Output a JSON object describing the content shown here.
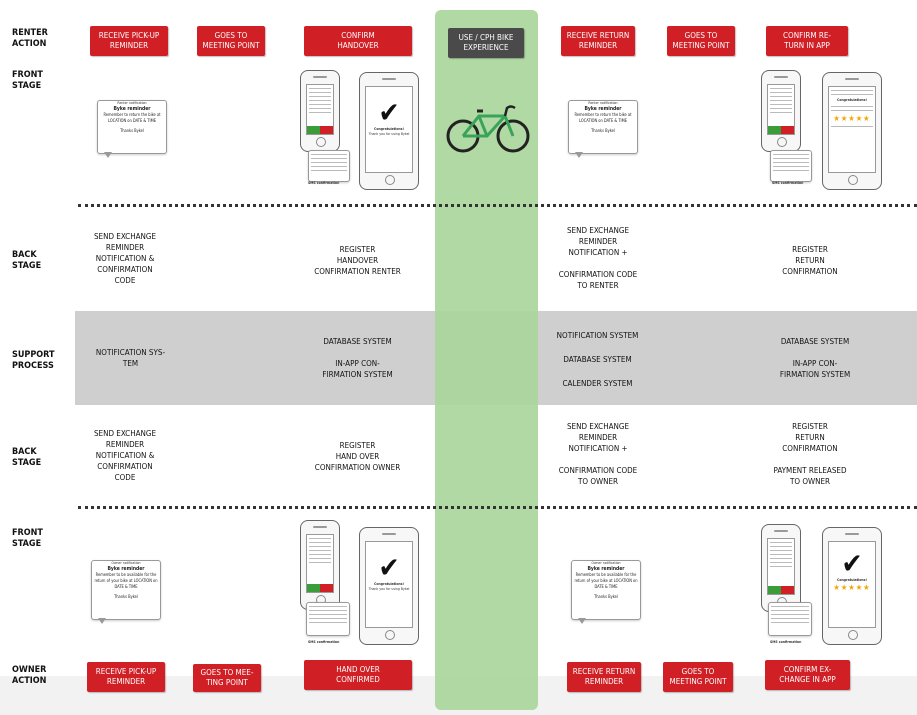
{
  "row_labels": {
    "renter_action": "RENTER\nACTION",
    "front_stage_top": "FRONT\nSTAGE",
    "back_stage_top": "BACK\nSTAGE",
    "support_process": "SUPPORT\nPROCESS",
    "back_stage_bottom": "BACK\nSTAGE",
    "front_stage_bottom": "FRONT\nSTAGE",
    "owner_action": "OWNER\nACTION"
  },
  "renter_actions": {
    "receive_pickup": "RECEIVE PICK-UP\nREMINDER",
    "goes_to_meeting": "GOES TO\nMEETING POINT",
    "confirm_handover": "CONFIRM\nHANDOVER",
    "use_experience": "USE / CPH BIKE\nEXPERIENCE",
    "receive_return": "RECEIVE RETURN\nREMINDER",
    "goes_to_meeting_2": "GOES TO\nMEETING POINT",
    "confirm_return": "CONFIRM RE-\nTURN IN APP"
  },
  "owner_actions": {
    "receive_pickup": "RECEIVE PICK-UP\nREMINDER",
    "goes_to_meeting": "GOES TO MEE-\nTING POINT",
    "hand_over": "HAND OVER\nCONFIRMED",
    "receive_return": "RECEIVE RETURN\nREMINDER",
    "goes_to_meeting_2": "GOES TO\nMEETING POINT",
    "confirm_exchange": "CONFIRM EX-\nCHANGE IN APP"
  },
  "back_stage_top": {
    "c1": "SEND EXCHANGE\nREMINDER\nNOTIFICATION &\nCONFIRMATION\nCODE",
    "c2": "REGISTER\nHANDOVER\nCONFIRMATION RENTER",
    "c3": "SEND EXCHANGE\nREMINDER\nNOTIFICATION +\n\nCONFIRMATION CODE\nTO RENTER",
    "c4": "REGISTER\nRETURN\nCONFIRMATION"
  },
  "support": {
    "c1": "NOTIFICATION SYS-\nTEM",
    "c2": "DATABASE SYSTEM\n\nIN-APP CON-\nFIRMATION SYSTEM",
    "c3a": "NOTIFICATION SYSTEM",
    "c3b": "DATABASE SYSTEM",
    "c3c": "CALENDER SYSTEM",
    "c4": "DATABASE SYSTEM\n\nIN-APP CON-\nFIRMATION SYSTEM"
  },
  "back_stage_bottom": {
    "c1": "SEND EXCHANGE\nREMINDER\nNOTIFICATION &\nCONFIRMATION\nCODE",
    "c2": "REGISTER\nHAND OVER\nCONFIRMATION OWNER",
    "c3": "SEND EXCHANGE\nREMINDER\nNOTIFICATION +\n\nCONFIRMATION CODE\nTO OWNER",
    "c4": "REGISTER\nRETURN\nCONFIRMATION\n\nPAYMENT RELEASED\nTO OWNER"
  },
  "cards": {
    "renter_notif_title": "Renter notification",
    "owner_notif_title": "Owner notification",
    "reminder_head": "Byke reminder",
    "reminder_body_renter": "Remember to return the bike at LOCATION on DATE & TIME",
    "reminder_body_owner": "Remember to be available for the return of your bike at LOCATION on DATE & TIME",
    "thanks": "Thanks Bykel",
    "sms_label": "SMS confirmation",
    "congrats": "Congratulations!",
    "enjoy": "Thank you for using Bykel"
  },
  "colors": {
    "action_red": "#d11f26",
    "experience_gray": "#4a4a4a",
    "experience_green": "#a9d69c",
    "support_gray": "#cfcfcf"
  }
}
